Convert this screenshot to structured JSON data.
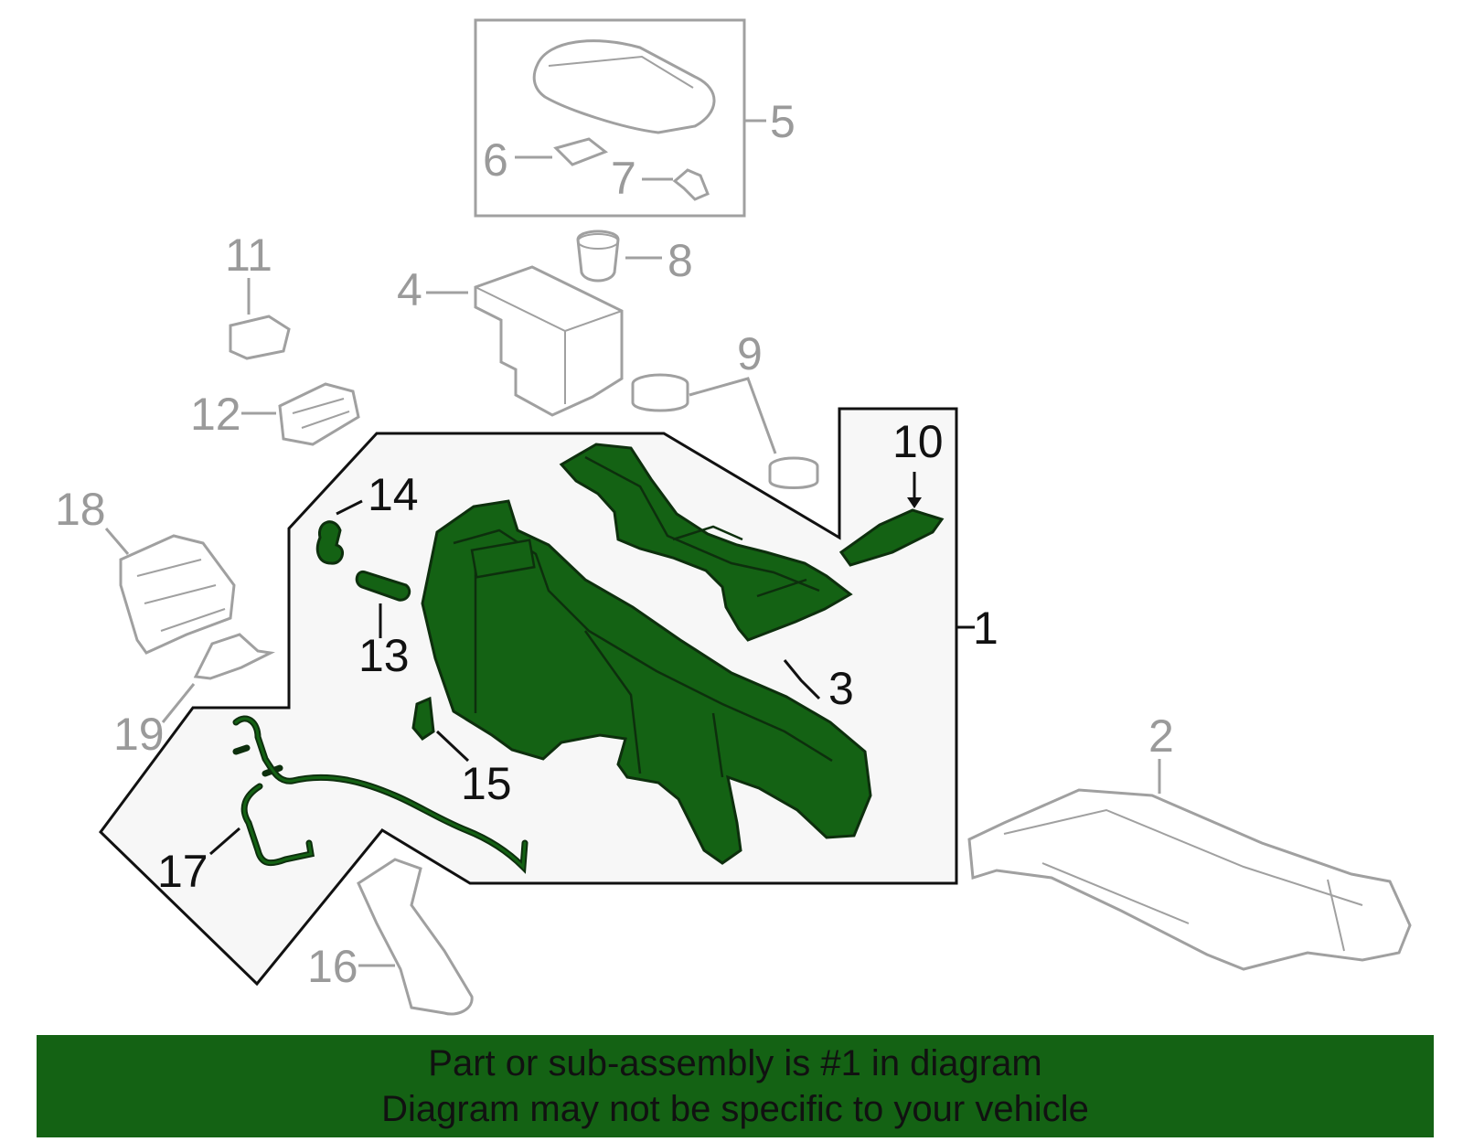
{
  "colors": {
    "highlight_fill": "#146214",
    "highlight_outline": "#0d2f0d",
    "gray_line": "#a0a0a0",
    "black_line": "#111111",
    "panel_bg": "#f7f7f7",
    "banner_bg": "#146214"
  },
  "callouts": {
    "c1": "1",
    "c2": "2",
    "c3": "3",
    "c4": "4",
    "c5": "5",
    "c6": "6",
    "c7": "7",
    "c8": "8",
    "c9": "9",
    "c10": "10",
    "c11": "11",
    "c12": "12",
    "c13": "13",
    "c14": "14",
    "c15": "15",
    "c16": "16",
    "c17": "17",
    "c18": "18",
    "c19": "19"
  },
  "banner": {
    "line1": "Part or sub-assembly is #1 in diagram",
    "line2": "Diagram may not be specific to your vehicle"
  }
}
